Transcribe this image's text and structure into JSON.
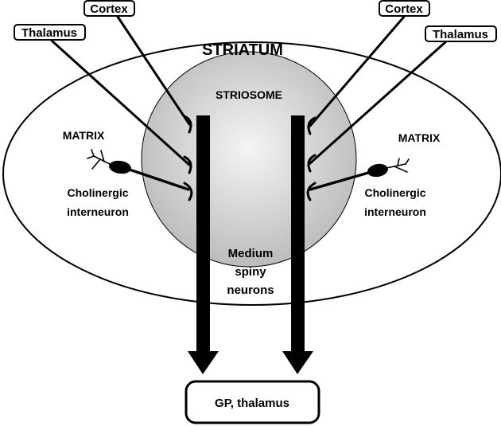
{
  "diagram": {
    "title": "STRIATUM",
    "striosome_label": "STRIOSOME",
    "matrix_left_label": "MATRIX",
    "matrix_right_label": "MATRIX",
    "interneuron_left": {
      "line1": "Cholinergic",
      "line2": "interneuron"
    },
    "interneuron_right": {
      "line1": "Cholinergic",
      "line2": "interneuron"
    },
    "msn": {
      "line1": "Medium",
      "line2": "spiny",
      "line3": "neurons"
    },
    "inputs_left": {
      "cortex": "Cortex",
      "thalamus": "Thalamus"
    },
    "inputs_right": {
      "cortex": "Cortex",
      "thalamus": "Thalamus"
    },
    "output_label": "GP, thalamus",
    "colors": {
      "outline": "#000000",
      "background": "#ffffff",
      "striosome_center": "#f2f2f2",
      "striosome_edge": "#bdbdbd"
    }
  }
}
